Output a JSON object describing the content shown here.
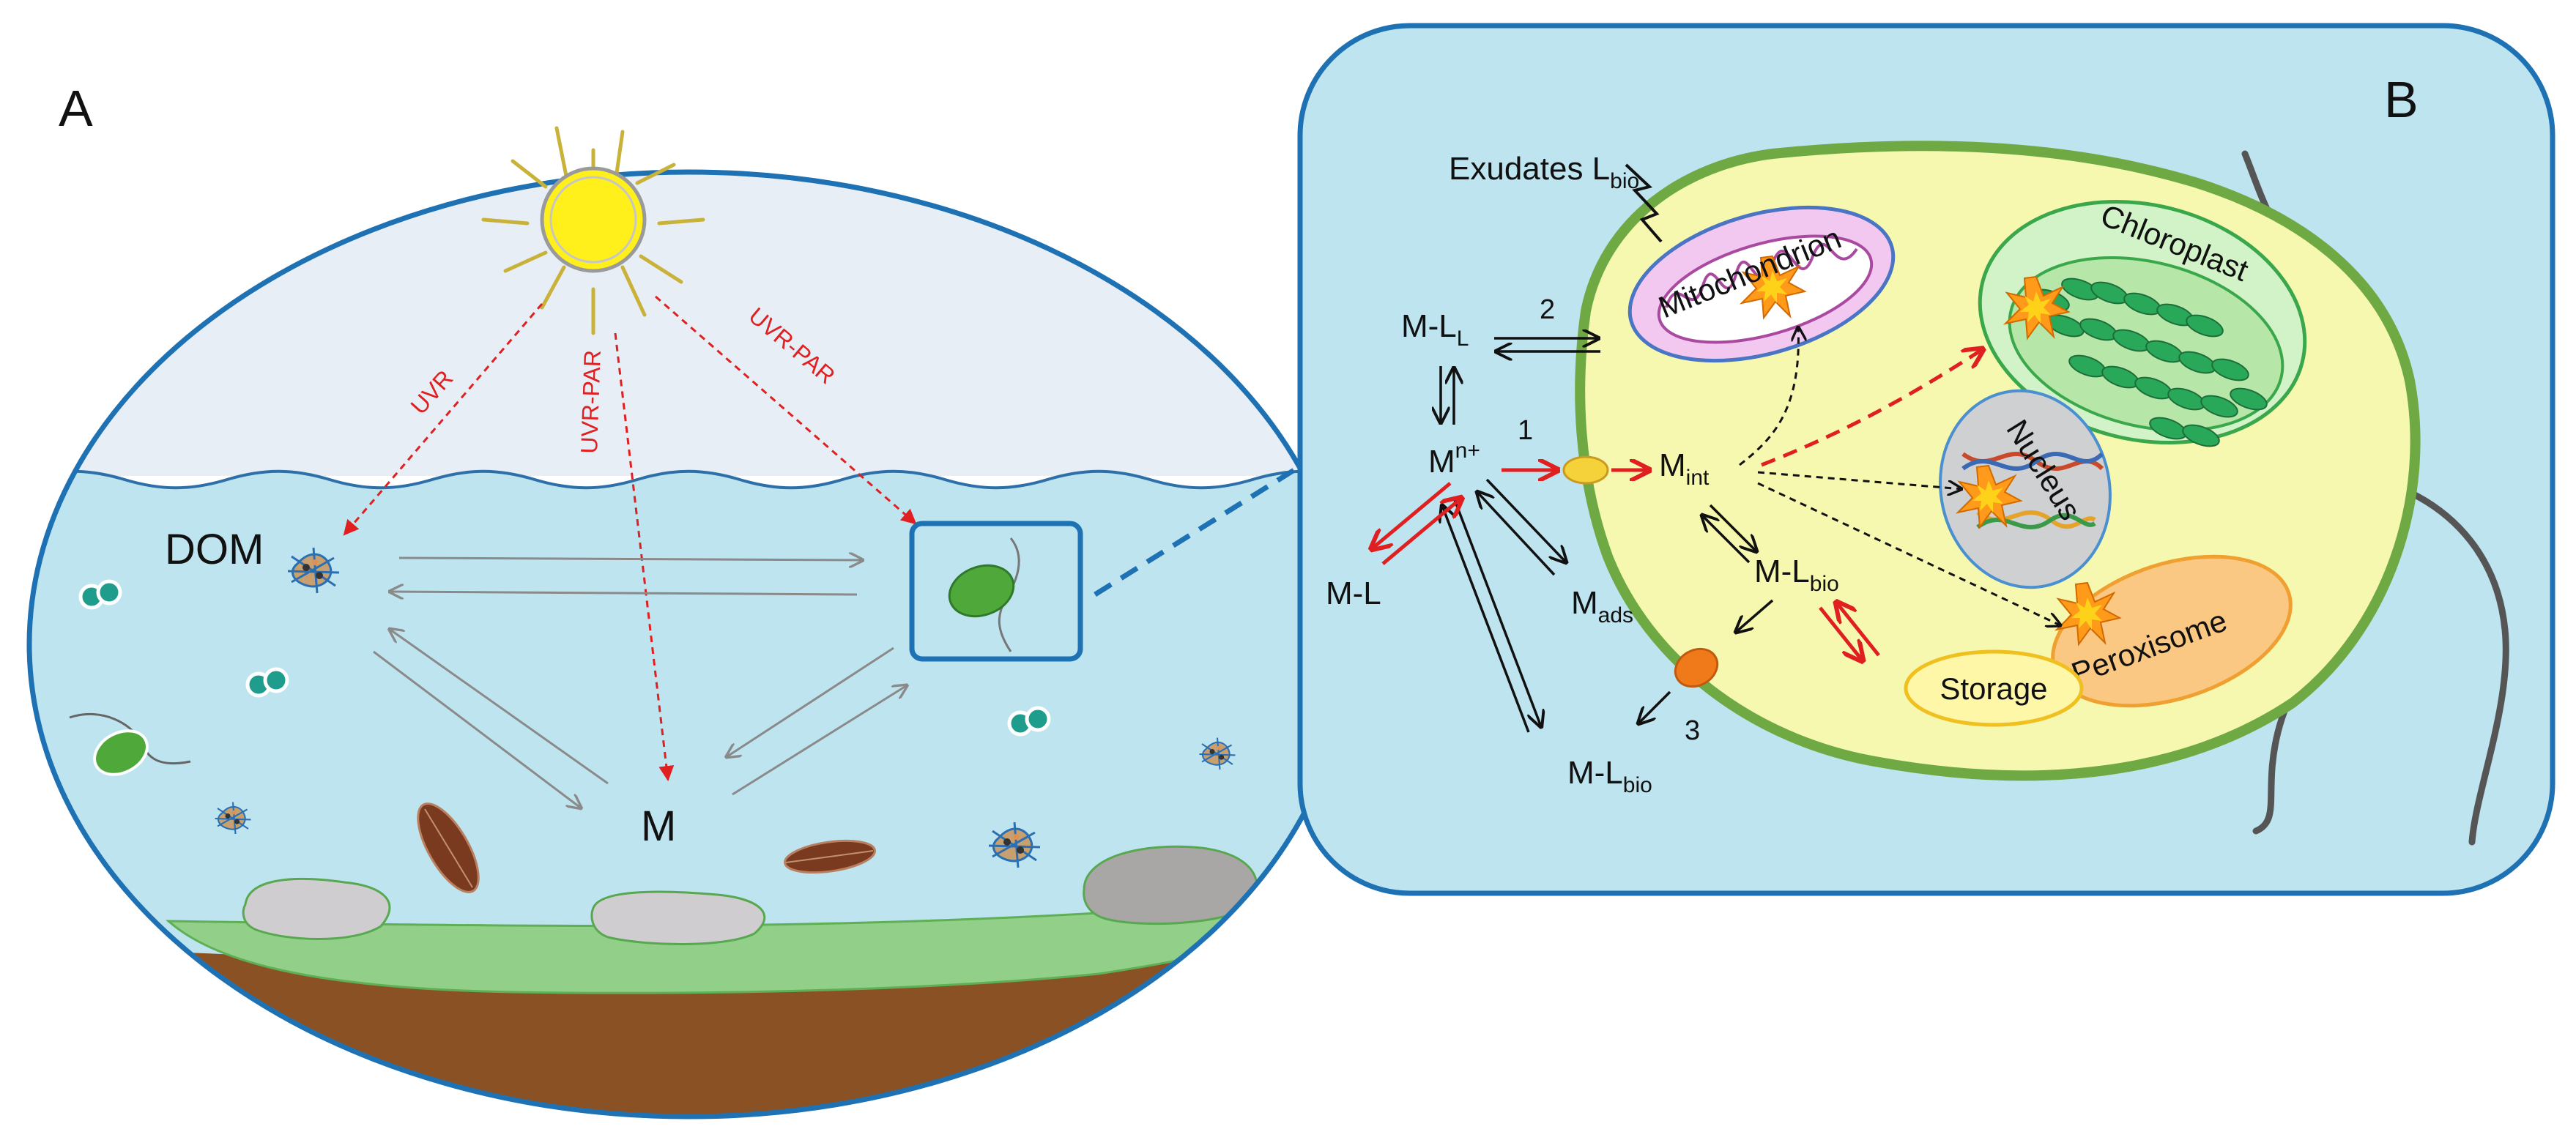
{
  "panels": {
    "a": "A",
    "b": "B"
  },
  "panel_a": {
    "dom": "DOM",
    "metal": "M",
    "uvr": "UVR",
    "uvr_par_1": "UVR-PAR",
    "uvr_par_2": "UVR-PAR"
  },
  "panel_b": {
    "exudates": {
      "main": "Exudates L",
      "sub": "bio"
    },
    "ml_l": {
      "main": "M-L",
      "sub": "L"
    },
    "mn": {
      "main": "M",
      "sup": "n+"
    },
    "ml": "M-L",
    "mads": {
      "main": "M",
      "sub": "ads"
    },
    "ml_bio_out": {
      "main": "M-L",
      "sub": "bio"
    },
    "mint": {
      "main": "M",
      "sub": "int"
    },
    "ml_bio_in": {
      "main": "M-L",
      "sub": "bio"
    },
    "num_1": "1",
    "num_2": "2",
    "num_3": "3",
    "organelles": {
      "mitochondrion": "Mitochondrion",
      "chloroplast": "Chloroplast",
      "nucleus": "Nucleus",
      "peroxisome": "Peroxisome",
      "storage": "Storage"
    }
  },
  "colors": {
    "sky": "#e8eef6",
    "water": "#bee4f0",
    "sediment": "#8a5224",
    "grass": "#92d08a",
    "cell": "#f6f8b0",
    "cell_wall": "#6fa944",
    "uv_arrow": "#e02020",
    "panel_border": "#1e72b4"
  }
}
